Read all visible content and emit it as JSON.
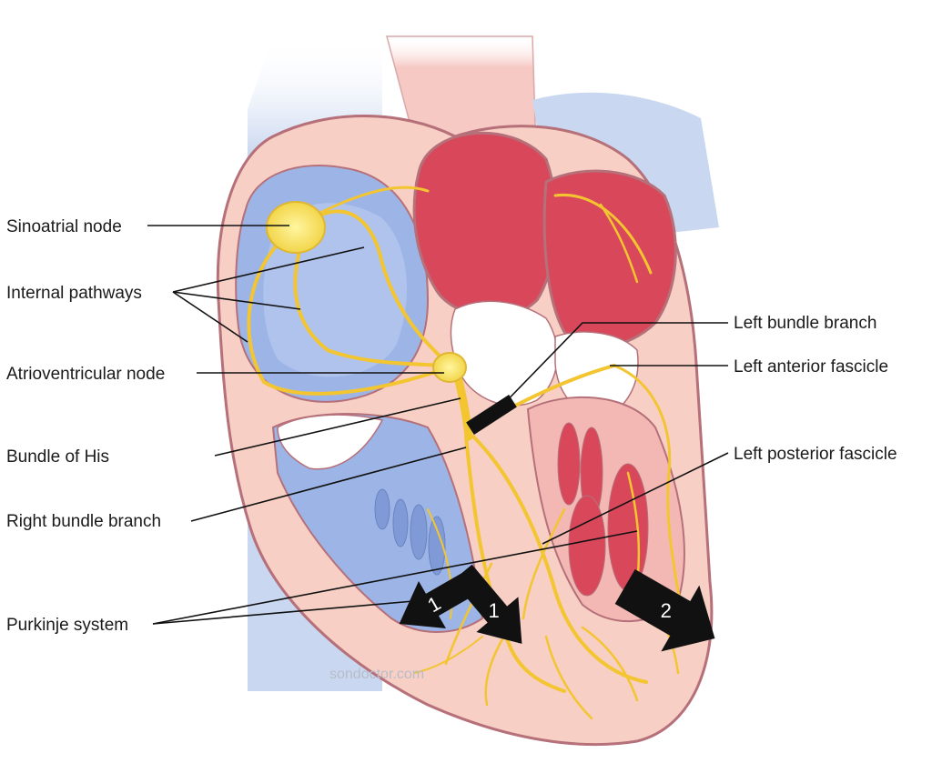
{
  "labels": {
    "sinoatrial_node": "Sinoatrial node",
    "internal_pathways": "Internal pathways",
    "atrioventricular_node": "Atrioventricular node",
    "bundle_of_his": "Bundle of His",
    "right_bundle_branch": "Right bundle branch",
    "purkinje_system": "Purkinje system",
    "left_bundle_branch": "Left bundle branch",
    "left_anterior_fascicle": "Left anterior fascicle",
    "left_posterior_fascicle": "Left posterior fascicle"
  },
  "arrows": {
    "arrow_1a": "1",
    "arrow_1b": "1",
    "arrow_2": "2"
  },
  "watermark": "sondoctor.com",
  "colors": {
    "vessel_blue": "#c9d7f0",
    "chamber_blue": "#9db5e6",
    "tissue_pink": "#f7cfc4",
    "wall_outline": "#b5707a",
    "artery_red": "#d8485a",
    "conduction_yellow": "#f3c531",
    "node_yellow": "#f8e86a"
  }
}
